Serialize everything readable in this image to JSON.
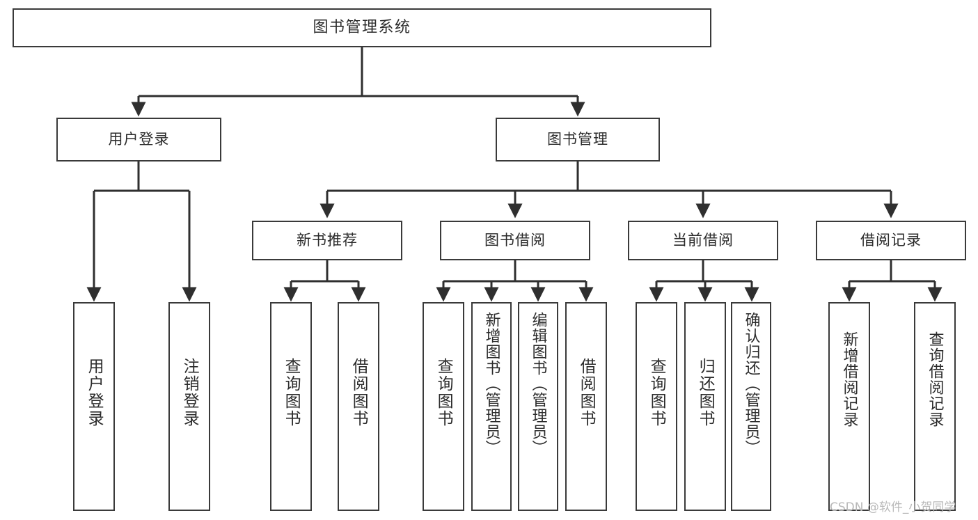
{
  "diagram": {
    "title": "图书管理系统",
    "type": "hierarchy-tree",
    "watermark": "CSDN @软件_小贺同学",
    "colors": {
      "box_border": "#3a3a3a",
      "box_fill": "#ffffff",
      "edge": "#2f2f2f",
      "text": "#2b2b2b",
      "watermark": "#b9b9b9",
      "background": "#ffffff"
    },
    "levels": {
      "root": [
        "图书管理系统"
      ],
      "level2": [
        "用户登录",
        "图书管理"
      ],
      "level3": [
        "新书推荐",
        "图书借阅",
        "当前借阅",
        "借阅记录"
      ],
      "level4": [
        "用户登录",
        "注销登录",
        "查询图书",
        "借阅图书",
        "查询图书",
        "新增图书（管理员）",
        "编辑图书（管理员）",
        "借阅图书",
        "查询图书",
        "归还图书",
        "确认归还（管理员）",
        "新增借阅记录",
        "查询借阅记录"
      ]
    },
    "nodes": {
      "root": {
        "label": "图书管理系统"
      },
      "user_login": {
        "label": "用户登录"
      },
      "book_mgmt": {
        "label": "图书管理"
      },
      "new_book_rec": {
        "label": "新书推荐"
      },
      "book_borrow": {
        "label": "图书借阅"
      },
      "current_borrow": {
        "label": "当前借阅"
      },
      "borrow_record": {
        "label": "借阅记录"
      },
      "leaf_user_login": {
        "label": "用户登录"
      },
      "leaf_logout": {
        "label": "注销登录"
      },
      "leaf_query_book_1": {
        "label": "查询图书"
      },
      "leaf_borrow_book_1": {
        "label": "借阅图书"
      },
      "leaf_query_book_2": {
        "label": "查询图书"
      },
      "leaf_add_book": {
        "label": "新增图书（管理员）"
      },
      "leaf_edit_book": {
        "label": "编辑图书（管理员）"
      },
      "leaf_borrow_book_2": {
        "label": "借阅图书"
      },
      "leaf_query_book_3": {
        "label": "查询图书"
      },
      "leaf_return_book": {
        "label": "归还图书"
      },
      "leaf_confirm_return": {
        "label": "确认归还（管理员）"
      },
      "leaf_add_record": {
        "label": "新增借阅记录"
      },
      "leaf_query_record": {
        "label": "查询借阅记录"
      }
    }
  }
}
